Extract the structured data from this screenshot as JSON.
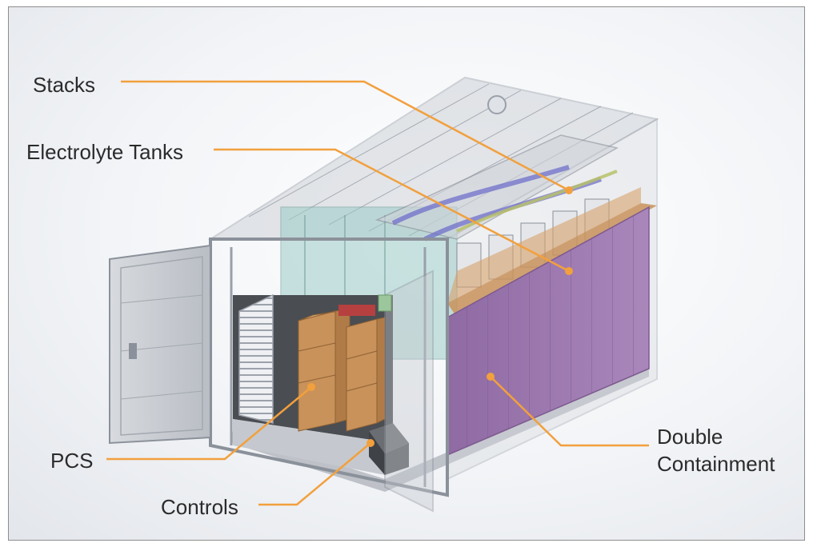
{
  "labels": {
    "stacks": "Stacks",
    "electrolyte_tanks": "Electrolyte Tanks",
    "pcs": "PCS",
    "controls": "Controls",
    "double_containment_line1": "Double",
    "double_containment_line2": "Containment"
  },
  "colors": {
    "leader": "#f2a03d",
    "label_text": "#2b2b2b",
    "containment_panel": "#9e7ab0",
    "container_frame": "#9aa0aa",
    "pcs_box": "#c9925a"
  }
}
